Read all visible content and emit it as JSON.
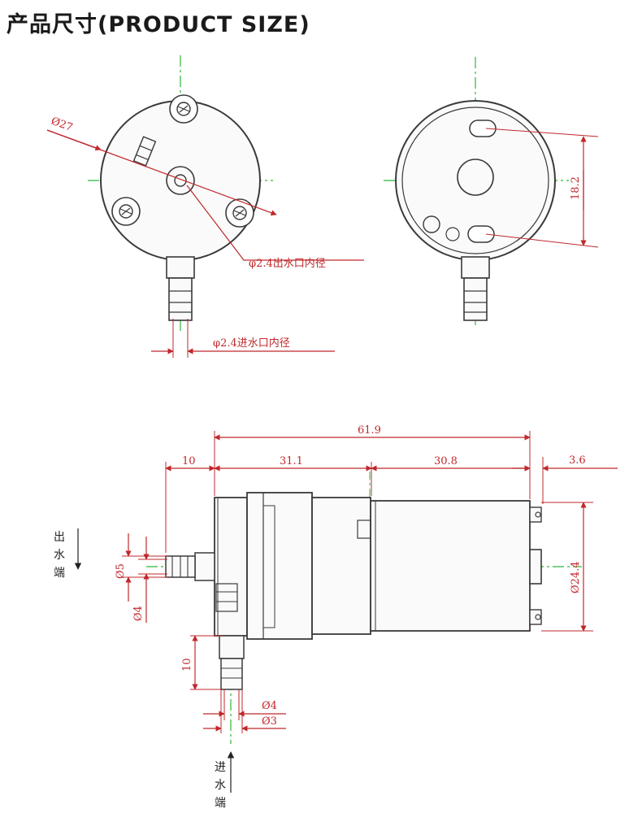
{
  "title": "产品尺寸(PRODUCT SIZE)",
  "front_view": {
    "dia_body": "Ø27",
    "outlet_bore": "φ2.4出水口内径",
    "inlet_bore": "φ2.4进水口内径"
  },
  "rear_view": {
    "terminal_spacing": "18.2"
  },
  "side_view": {
    "overall_length": "61.9",
    "outlet_offset": "10",
    "pump_length": "31.1",
    "motor_length": "30.8",
    "terminal_length": "3.6",
    "motor_dia": "Ø24.4",
    "outlet_od": "Ø5",
    "outlet_id": "Ø4",
    "inlet_height": "10",
    "inlet_od": "Ø4",
    "inlet_id": "Ø3",
    "outlet_label": "出水端",
    "inlet_label": "进水端"
  },
  "colors": {
    "outline": "#3a3a3a",
    "dimension": "#c0282c",
    "centerline": "#2db83a"
  }
}
